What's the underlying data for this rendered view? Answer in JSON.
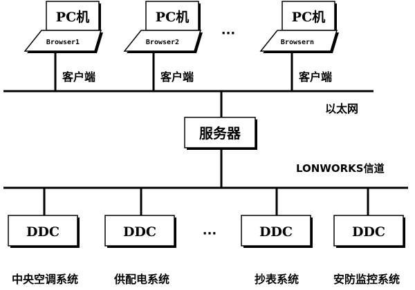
{
  "pc": {
    "label": "PC机",
    "client_label": "客户端",
    "clients": [
      {
        "browser": "Browser1"
      },
      {
        "browser": "Browser2"
      },
      {
        "browser": "Browsern"
      }
    ],
    "ellipsis": "···"
  },
  "network": {
    "ethernet_label": "以太网",
    "server_label": "服务器",
    "lonworks_label": "LONWORKS信道"
  },
  "ddc": {
    "label": "DDC",
    "ellipsis": "···",
    "systems": [
      "中央空调系统",
      "供配电系统",
      "抄表系统",
      "安防监控系统"
    ]
  }
}
